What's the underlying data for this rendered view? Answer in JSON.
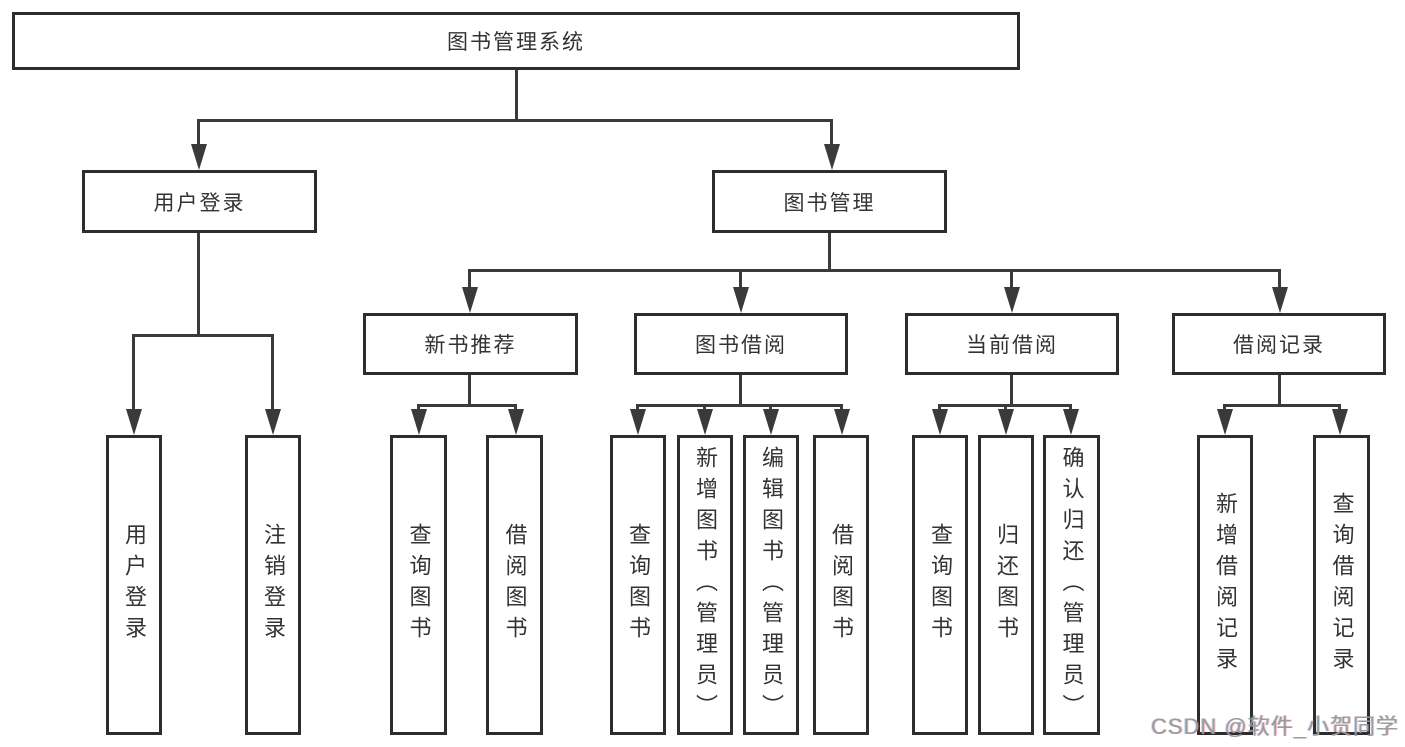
{
  "nodes": {
    "root": "图书管理系统",
    "level2": [
      "用户登录",
      "图书管理"
    ],
    "level3": [
      "新书推荐",
      "图书借阅",
      "当前借阅",
      "借阅记录"
    ],
    "leaves": [
      "用户登录",
      "注销登录",
      "查询图书",
      "借阅图书",
      "查询图书",
      "新增图书（管理员）",
      "编辑图书（管理员）",
      "借阅图书",
      "查询图书",
      "归还图书",
      "确认归还（管理员）",
      "新增借阅记录",
      "查询借阅记录"
    ]
  },
  "hierarchy": {
    "图书管理系统": [
      "用户登录",
      "图书管理"
    ],
    "用户登录": [
      "用户登录",
      "注销登录"
    ],
    "图书管理": [
      "新书推荐",
      "图书借阅",
      "当前借阅",
      "借阅记录"
    ],
    "新书推荐": [
      "查询图书",
      "借阅图书"
    ],
    "图书借阅": [
      "查询图书",
      "新增图书（管理员）",
      "编辑图书（管理员）",
      "借阅图书"
    ],
    "当前借阅": [
      "查询图书",
      "归还图书",
      "确认归还（管理员）"
    ],
    "借阅记录": [
      "新增借阅记录",
      "查询借阅记录"
    ]
  },
  "watermark": "CSDN @软件_小贺同学",
  "colors": {
    "line": "#3a3a3a",
    "border": "#2d2d2d",
    "text": "#333333",
    "watermark": "#9b9b9b",
    "background": "#ffffff"
  }
}
